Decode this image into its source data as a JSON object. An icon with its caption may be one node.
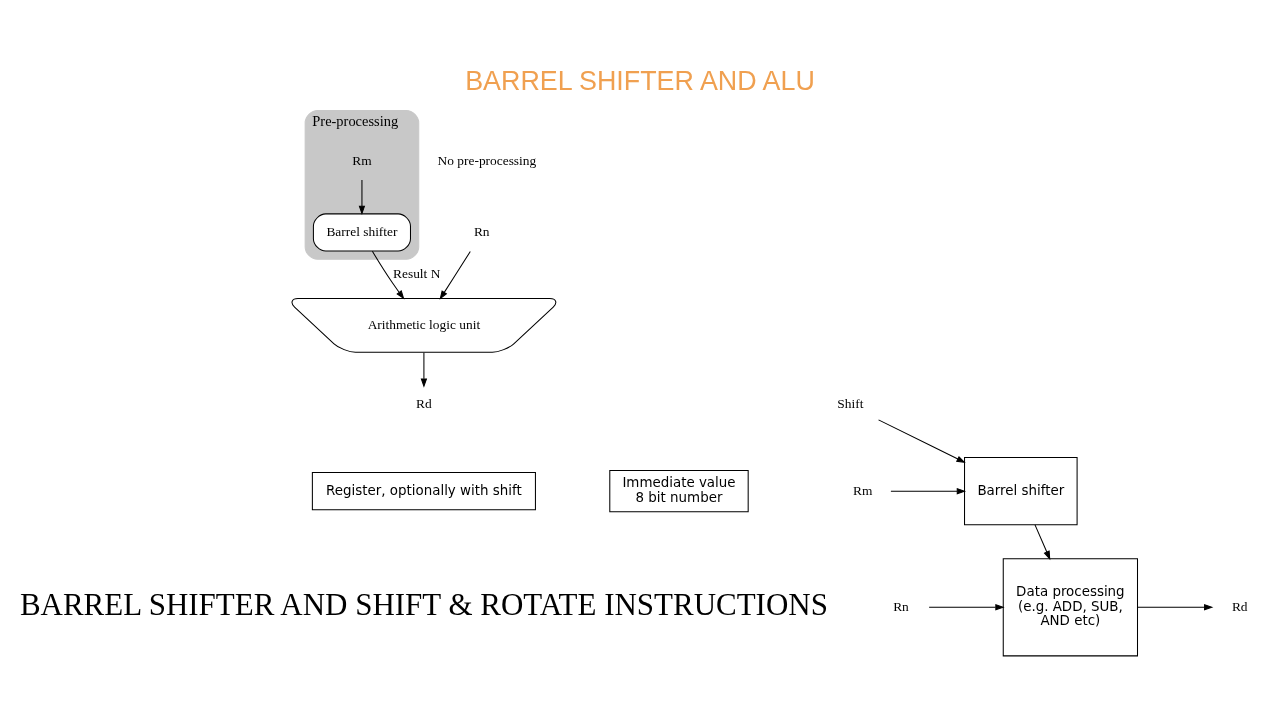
{
  "diagram": {
    "title": "BARREL SHIFTER AND ALU",
    "caption": "BARREL SHIFTER AND SHIFT & ROTATE INSTRUCTIONS",
    "nodes": [
      {
        "text": [
          "Pre-processing"
        ]
      },
      {
        "text": [
          "Rn"
        ]
      },
      {
        "text": [
          "Rm"
        ],
        "in": 0
      },
      {
        "text": [
          "Barrel shifter"
        ],
        "in": 0
      },
      {
        "text": [
          "Arithmetic logic unit"
        ]
      },
      {
        "text": [
          "Rd"
        ]
      },
      {
        "text": [
          "Rn"
        ]
      },
      {
        "text": [
          "Rm"
        ]
      },
      {
        "text": [
          "Barrel shifter"
        ]
      },
      {
        "text": [
          "Data processing (e.g. ADD, SUB, AND etc)"
        ]
      },
      {
        "text": [
          "Rd"
        ]
      },
      {
        "text": [
          "Shift"
        ]
      },
      {
        "text": [
          "Register, optionally with shift"
        ]
      },
      {
        "text": [
          "Immediate value",
          "8 bit number"
        ]
      }
    ],
    "edges": [
      {
        "from": 1,
        "to": 4,
        "arrow": "to"
      },
      {
        "from": 2,
        "to": 3,
        "arrow": "to"
      },
      {
        "from": 3,
        "to": 4,
        "arrow": "to",
        "label": "Result N"
      },
      {
        "from": 4,
        "to": 5,
        "arrow": "to"
      },
      {
        "from": 6,
        "to": 9,
        "arrow": "to"
      },
      {
        "from": 7,
        "to": 8,
        "arrow": "to"
      },
      {
        "from": 8,
        "to": 9,
        "arrow": "to"
      },
      {
        "from": 11,
        "to": 8,
        "arrow": "to"
      },
      {
        "from": 9,
        "to": 10,
        "arrow": "to"
      }
    ],
    "labels": [
      "No pre-processing"
    ]
  }
}
